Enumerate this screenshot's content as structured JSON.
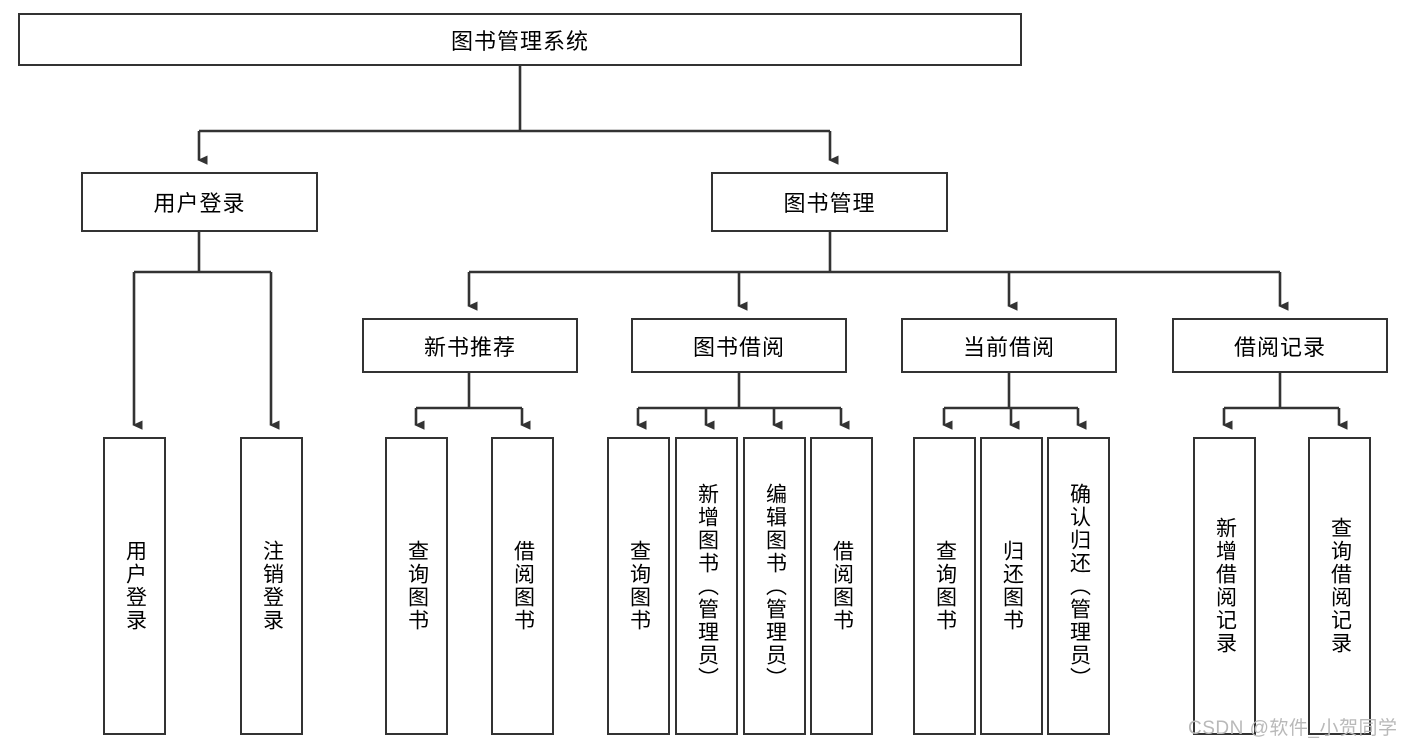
{
  "diagram": {
    "type": "tree",
    "title": "图书管理系统",
    "orientation": "top-down",
    "root": {
      "label": "图书管理系统"
    },
    "level2": [
      {
        "label": "用户登录"
      },
      {
        "label": "图书管理"
      }
    ],
    "level3": [
      {
        "label": "新书推荐"
      },
      {
        "label": "图书借阅"
      },
      {
        "label": "当前借阅"
      },
      {
        "label": "借阅记录"
      }
    ],
    "leaves": {
      "user_login": [
        {
          "label": "用户登录"
        },
        {
          "label": "注销登录"
        }
      ],
      "new_book_recommend": [
        {
          "label": "查询图书"
        },
        {
          "label": "借阅图书"
        }
      ],
      "book_borrow": [
        {
          "label": "查询图书"
        },
        {
          "label": "新增图书（管理员）"
        },
        {
          "label": "编辑图书（管理员）"
        },
        {
          "label": "借阅图书"
        }
      ],
      "current_borrow": [
        {
          "label": "查询图书"
        },
        {
          "label": "归还图书"
        },
        {
          "label": "确认归还（管理员）"
        }
      ],
      "borrow_record": [
        {
          "label": "新增借阅记录"
        },
        {
          "label": "查询借阅记录"
        }
      ]
    }
  },
  "watermark": {
    "text": "CSDN @软件_小贺同学"
  },
  "colors": {
    "stroke": "#333333",
    "background": "#ffffff",
    "text": "#000000",
    "watermark": "#b9b9b9"
  }
}
